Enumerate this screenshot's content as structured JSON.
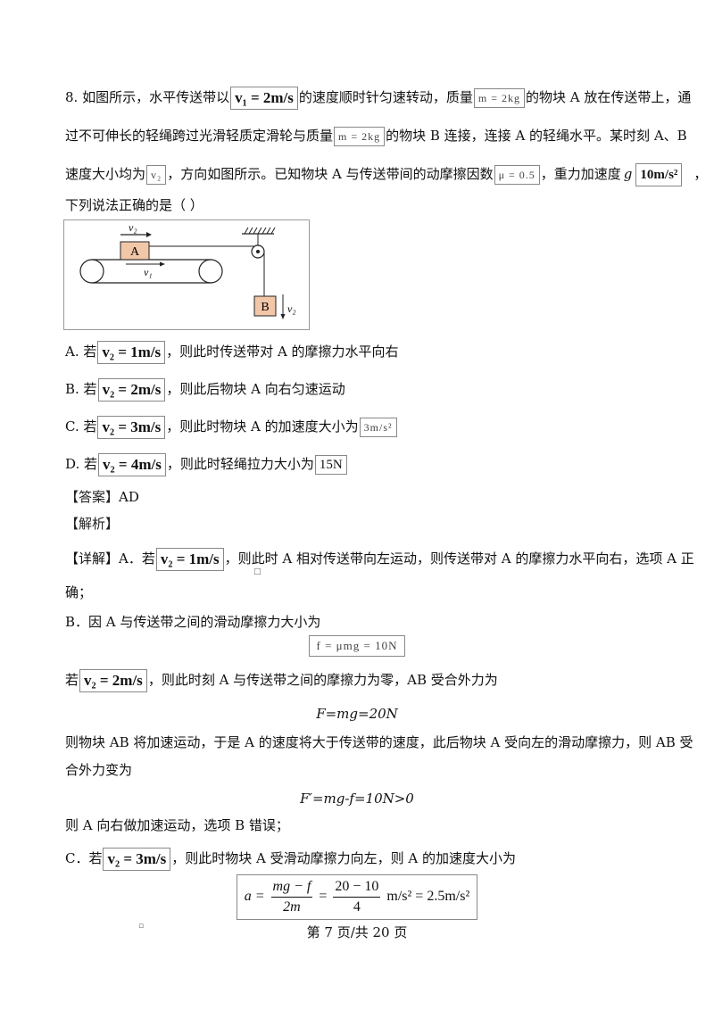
{
  "question": {
    "line1_a": "8. 如图所示，水平传送带以",
    "v1_box": "v₁ = 2m/s",
    "line1_b": "的速度顺时针匀速转动，质量",
    "m_box": "m = 2kg",
    "line1_c": "的物块 A 放在传送带上，通",
    "line2_a": "过不可伸长的轻绳跨过光滑轻质定滑轮与质量",
    "line2_b": "的物块 B 连接，连接 A 的轻绳水平。某时刻 A、B",
    "line3_a": "速度大小均为",
    "v2_box": "v₂",
    "line3_b": "，方向如图所示。已知物块 A 与传送带间的动摩擦因数",
    "mu_box": "μ = 0.5",
    "line3_c": "，重力加速度",
    "g_label": "g",
    "g_box": "10m/s²",
    "line3_d": "，",
    "line4": "下列说法正确的是（        ）"
  },
  "diagram": {
    "block_a": "A",
    "block_b": "B",
    "v2_top": "v₂",
    "v1_belt": "v₁",
    "v2_side": "v₂"
  },
  "options": [
    {
      "prefix": "A. 若",
      "box": "v₂ = 1m/s",
      "text": "，则此时传送带对 A 的摩擦力水平向右"
    },
    {
      "prefix": "B. 若",
      "box": "v₂ = 2m/s",
      "text": "，则此后物块 A 向右匀速运动"
    },
    {
      "prefix": "C. 若",
      "box": "v₂ = 3m/s",
      "text": "，则此时物块 A 的加速度大小为",
      "box2": "3m/s²"
    },
    {
      "prefix": "D. 若",
      "box": "v₂ = 4m/s",
      "text": "，则此时轻绳拉力大小为",
      "box2": "15N"
    }
  ],
  "answer": {
    "label": "【答案】",
    "value": "AD"
  },
  "analysis_label": "【解析】",
  "detail": {
    "a_prefix": "【详解】A．若",
    "a_box": "v₂ = 1m/s",
    "a_text": "，则此时 A 相对传送带向左运动，则传送带对 A 的摩擦力水平向右，选项 A 正",
    "a_text2": "确；",
    "b_text": "B．因 A 与传送带之间的滑动摩擦力大小为",
    "b_formula": "f = μmg = 10N",
    "b_if": "若",
    "b_box": "v₂ = 2m/s",
    "b_text2": "，则此时刻 A 与传送带之间的摩擦力为零，AB 受合外力为",
    "b_formula2": "F=mg=20N",
    "b_text3": "则物块 AB 将加速运动，于是 A 的速度将大于传送带的速度，此后物块 A 受向左的滑动摩擦力，则 AB 受",
    "b_text4": "合外力变为",
    "b_formula3": "F′=mg-f=10N>0",
    "b_text5": "则 A 向右做加速运动，选项 B 错误；",
    "c_prefix": "C．若",
    "c_box": "v₂ = 3m/s",
    "c_text": "，则此时物块 A 受滑动摩擦力向左，则 A 的加速度大小为",
    "c_lhs": "a =",
    "c_num1": "mg − f",
    "c_den1": "2m",
    "c_num2": "20 − 10",
    "c_den2": "4",
    "c_rhs": "m/s² = 2.5m/s²"
  },
  "footer": "第 7 页/共 20 页"
}
